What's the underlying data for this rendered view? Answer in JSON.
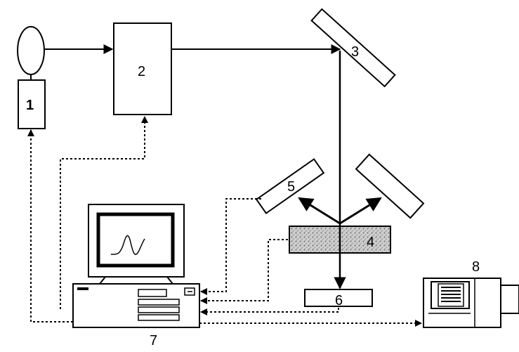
{
  "labels": {
    "c1": "1",
    "c2": "2",
    "c3": "3",
    "c4": "4",
    "c5": "5",
    "c6": "6",
    "c7": "7",
    "c8": "8"
  },
  "colors": {
    "line": "#000000",
    "background": "#ffffff",
    "sample_fill": "#bdbdbd"
  },
  "icons": {
    "lamp": "ellipse-lamp-icon",
    "computer": "computer-monitor-icon",
    "waveform": "signal-peak-icon",
    "printer": "printer-icon"
  }
}
